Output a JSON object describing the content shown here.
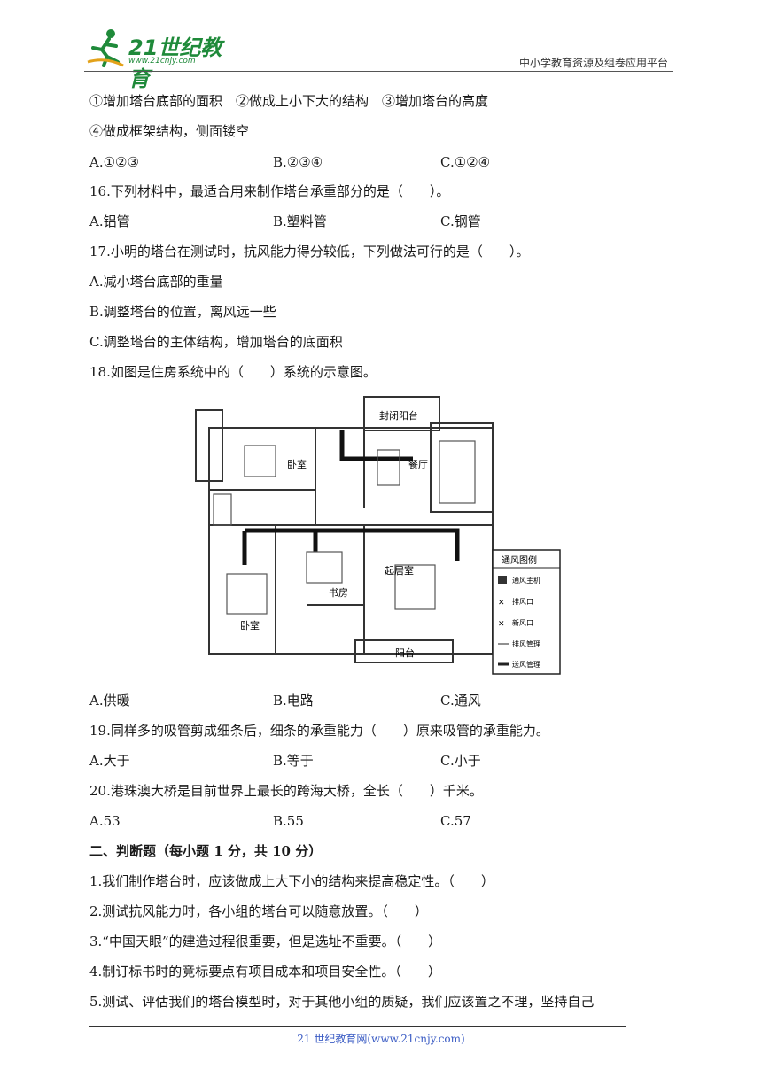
{
  "header": {
    "logo_text": "21世纪教育",
    "logo_url": "www.21cnjy.com",
    "platform": "中小学教育资源及组卷应用平台"
  },
  "q15": {
    "statements_line1": "①增加塔台底部的面积　②做成上小下大的结构　③增加塔台的高度",
    "statements_line2": "④做成框架结构，侧面镂空",
    "options": [
      "A.①②③",
      "B.②③④",
      "C.①②④"
    ]
  },
  "q16": {
    "stem": "16.下列材料中，最适合用来制作塔台承重部分的是（　　）。",
    "options": [
      "A.铝管",
      "B.塑料管",
      "C.钢管"
    ]
  },
  "q17": {
    "stem": "17.小明的塔台在测试时，抗风能力得分较低，下列做法可行的是（　　）。",
    "options": [
      "A.减小塔台底部的重量",
      "B.调整塔台的位置，离风远一些",
      "C.调整塔台的主体结构，增加塔台的底面积"
    ]
  },
  "q18": {
    "stem": "18.如图是住房系统中的（　　）系统的示意图。",
    "options": [
      "A.供暖",
      "B.电路",
      "C.通风"
    ],
    "figure": {
      "rooms": {
        "balcony_closed": "封闭阳台",
        "bedroom1": "卧室",
        "dining": "餐厅",
        "living": "起居室",
        "study": "书房",
        "bedroom2": "卧室",
        "balcony": "阳台"
      },
      "legend": {
        "title": "通风图例",
        "items": [
          "通风主机",
          "排风口",
          "新风口",
          "排风管理",
          "送风管理"
        ]
      }
    }
  },
  "q19": {
    "stem": "19.同样多的吸管剪成细条后，细条的承重能力（　　）原来吸管的承重能力。",
    "options": [
      "A.大于",
      "B.等于",
      "C.小于"
    ]
  },
  "q20": {
    "stem": "20.港珠澳大桥是目前世界上最长的跨海大桥，全长（　　）千米。",
    "options": [
      "A.53",
      "B.55",
      "C.57"
    ]
  },
  "section2": {
    "title": "二、判断题（每小题 1 分，共 10 分）",
    "items": [
      "1.我们制作塔台时，应该做成上大下小的结构来提高稳定性。（　　）",
      "2.测试抗风能力时，各小组的塔台可以随意放置。（　　）",
      "3.“中国天眼”的建造过程很重要，但是选址不重要。（　　）",
      "4.制订标书时的竞标要点有项目成本和项目安全性。（　　）",
      "5.测试、评估我们的塔台模型时，对于其他小组的质疑，我们应该置之不理，坚持自己"
    ]
  },
  "footer": {
    "text": "21 世纪教育网(www.21cnjy.com)"
  }
}
